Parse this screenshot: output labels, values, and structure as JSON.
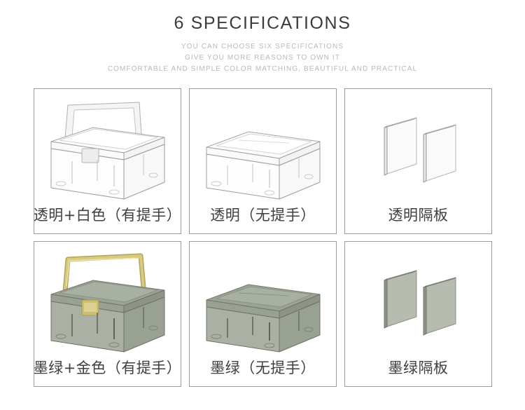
{
  "header": {
    "title": "6 SPECIFICATIONS",
    "subtitles": [
      "YOU CAN CHOOSE SIX SPECIFICATIONS",
      "GIVE YOU MORE REASONS TO OWN IT",
      "COMFORTABLE AND SIMPLE COLOR MATCHING, BEAUTIFUL AND PRACTICAL"
    ]
  },
  "colors": {
    "title_text": "#3c3c3c",
    "subtitle_text": "#b9b9b9",
    "card_border": "#9b9b9b",
    "label_text": "#3f3f3f",
    "background": "#ffffff",
    "clear_plastic_line": "#9a9a9a",
    "clear_plastic_fill": "#fbfbfb",
    "white_handle": "#f2f2f2",
    "green_body": "#a9b0a3",
    "green_lid": "#97a08f",
    "green_dark_edge": "#6d7369",
    "gold_handle": "#cdbf72",
    "gold_handle_dark": "#b3a457"
  },
  "cards": [
    {
      "id": "clear-white-handle",
      "label": "透明+白色（有提手）",
      "variant": "box-handle",
      "finish": "clear"
    },
    {
      "id": "clear-no-handle",
      "label": "透明（无提手）",
      "variant": "box-plain",
      "finish": "clear"
    },
    {
      "id": "clear-divider",
      "label": "透明隔板",
      "variant": "dividers",
      "finish": "clear"
    },
    {
      "id": "green-gold-handle",
      "label": "墨绿+金色（有提手）",
      "variant": "box-handle",
      "finish": "green"
    },
    {
      "id": "green-no-handle",
      "label": "墨绿（无提手）",
      "variant": "box-plain",
      "finish": "green"
    },
    {
      "id": "green-divider",
      "label": "墨绿隔板",
      "variant": "dividers",
      "finish": "green"
    }
  ]
}
